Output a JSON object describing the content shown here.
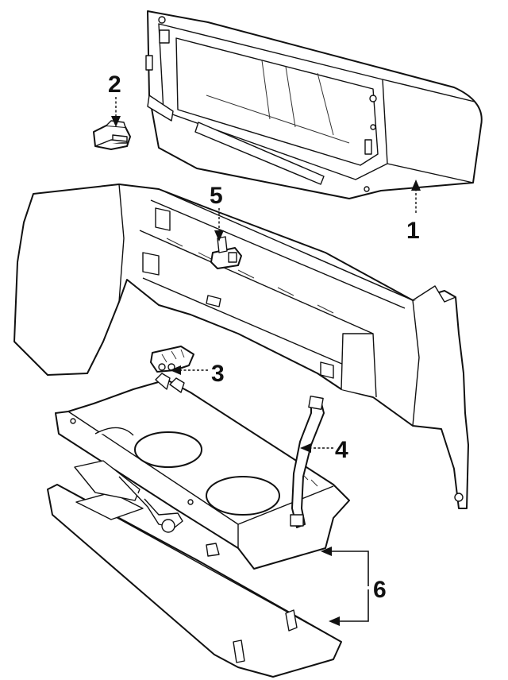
{
  "callouts": [
    {
      "id": "1",
      "text": "1"
    },
    {
      "id": "2",
      "text": "2"
    },
    {
      "id": "3",
      "text": "3"
    },
    {
      "id": "4",
      "text": "4"
    },
    {
      "id": "5",
      "text": "5"
    },
    {
      "id": "6",
      "text": "6"
    }
  ],
  "colors": {
    "line": "#111111",
    "fill": "#ffffff",
    "shade": "#e6e6e6"
  }
}
